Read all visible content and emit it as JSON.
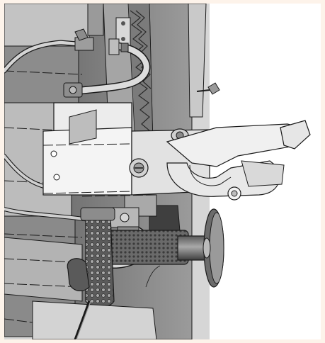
{
  "image": {
    "kind": "cad-render",
    "subject": "mechanical-assembly-cutaway",
    "style": "grayscale shaded with outline",
    "colors": {
      "background": "#ffffff",
      "border": "#fdf3ea",
      "dark_metal": "#4a4a4a",
      "mid_metal": "#8a8a8a",
      "light_metal": "#c8c8c8",
      "highlight": "#eeeeee",
      "outline": "#1a1a1a"
    }
  }
}
